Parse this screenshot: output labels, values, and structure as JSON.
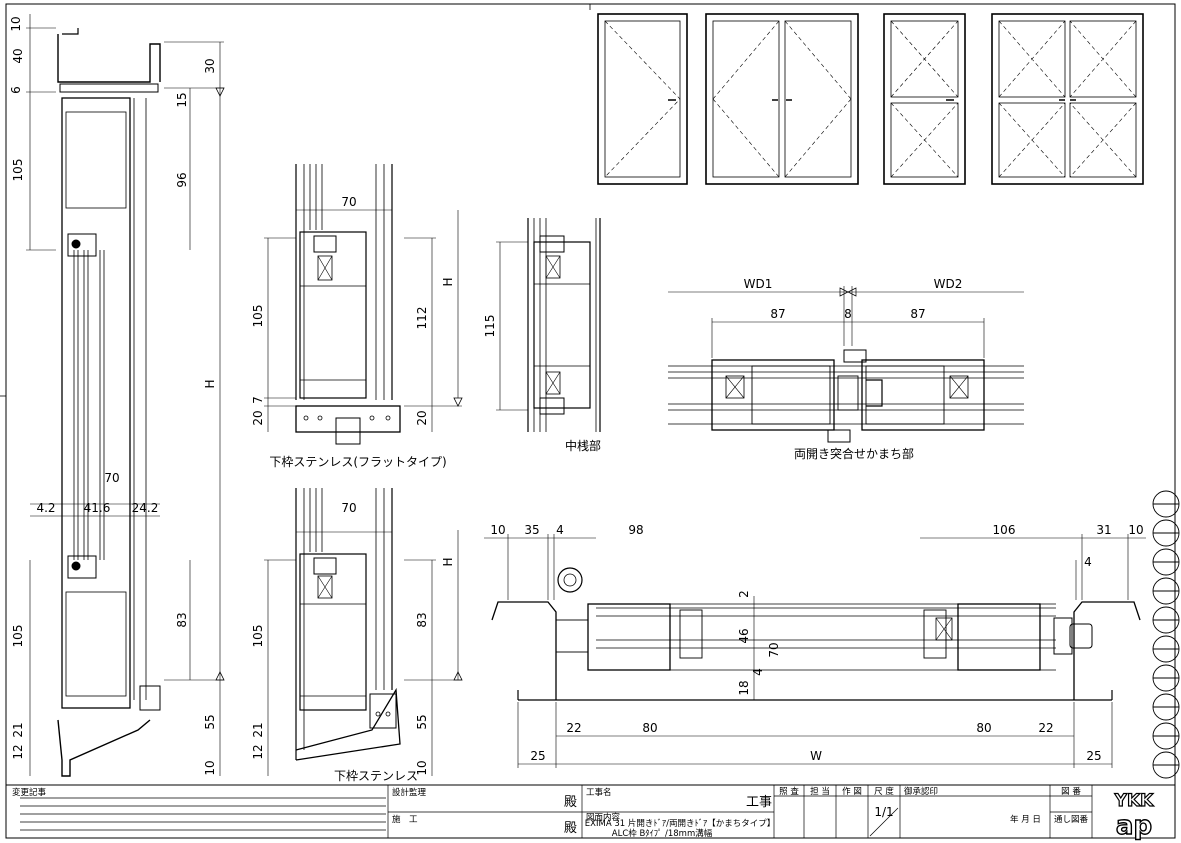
{
  "sections": {
    "bottom_flat_stainless": "下枠ステンレス(フラットタイプ)",
    "transom": "中桟部",
    "double_meeting": "両開き突合せかまち部",
    "bottom_stainless": "下枠ステンレス"
  },
  "dims": {
    "left_top": [
      "10",
      "40",
      "6",
      "105"
    ],
    "left_right": [
      "30",
      "15",
      "96"
    ],
    "left_H": "H",
    "left_width_70": "70",
    "left_split": [
      "4.2",
      "41.6",
      "24.2"
    ],
    "left_lower": [
      "105",
      "12",
      "21"
    ],
    "left_lower_right": [
      "83",
      "55",
      "10"
    ],
    "mid_top_70": "70",
    "mid_top_left": [
      "105",
      "20",
      "7"
    ],
    "mid_top_right": [
      "H",
      "112",
      "20"
    ],
    "mid_bot_70": "70",
    "mid_bot_left": [
      "105",
      "12",
      "21"
    ],
    "mid_bot_right": [
      "H",
      "83",
      "55",
      "10"
    ],
    "transom_115": "115",
    "meeting_top": [
      "WD1",
      "WD2"
    ],
    "meeting_mid": [
      "87",
      "8",
      "87"
    ],
    "plan_top_left": [
      "10",
      "35",
      "4",
      "98"
    ],
    "plan_top_right": [
      "106",
      "31",
      "10"
    ],
    "plan_right_4": "4",
    "plan_vert": [
      "2",
      "46",
      "70",
      "18",
      "4"
    ],
    "plan_bottom": [
      "22",
      "80",
      "80",
      "22"
    ],
    "plan_W": [
      "25",
      "W",
      "25"
    ]
  },
  "titleblock": {
    "change_record": "変更記事",
    "design_supervision": "設計監理",
    "construction": "施　工",
    "dono": "殿",
    "project_name": "工事名",
    "koji": "工事",
    "drawing_content": "図面内容",
    "content_line1": "EXIMA 31 片開きﾄﾞｱ/両開きﾄﾞｱ【かまちタイプ】",
    "content_line2": "ALC枠 Bﾀｲﾌﾟ /18mm溝幅",
    "check": "照 査",
    "charge": "担 当",
    "drawn": "作 図",
    "scale_label": "尺 度",
    "scale": "1/1",
    "approval": "御承認印",
    "ymd": "年 月 日",
    "sheet_label": "図 番",
    "serial_label": "通し図番",
    "logo_top": "YKK",
    "logo_bottom": "ap"
  }
}
